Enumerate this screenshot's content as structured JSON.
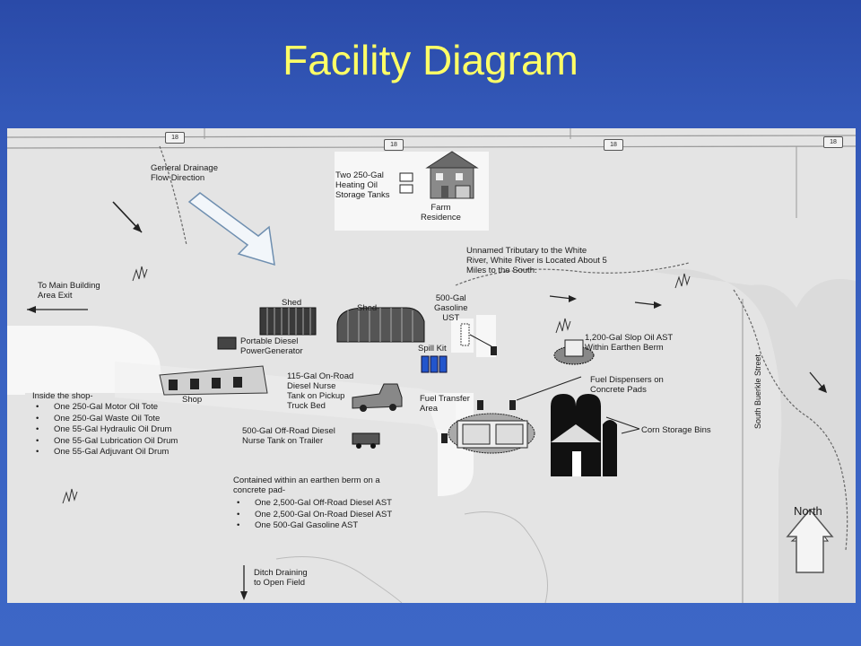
{
  "title": "Facility Diagram",
  "routes": [
    "18",
    "18",
    "18",
    "18"
  ],
  "labels": {
    "drainage": "General Drainage\nFlow Direction",
    "tanks_heating": "Two 250-Gal\nHeating Oil\nStorage Tanks",
    "farm": "Farm\nResidence",
    "tributary": "Unnamed Tributary to the White\nRiver, White River is Located About 5\nMiles to the South.",
    "main_exit": "To Main Building\nArea Exit",
    "shed1": "Shed",
    "shed2": "Shed",
    "gasoline_ust": "500-Gal\nGasoline\nUST",
    "generator": "Portable Diesel\nPowerGenerator",
    "spill_kit": "Spill Kit",
    "slop_oil": "1,200-Gal Slop Oil AST\nWithin Earthen Berm",
    "shop": "Shop",
    "onroad_tank": "115-Gal On-Road\nDiesel Nurse\nTank on Pickup\nTruck Bed",
    "fuel_transfer": "Fuel Transfer\nArea",
    "dispensers": "Fuel Dispensers on\nConcrete Pads",
    "corn_bins": "Corn Storage Bins",
    "offroad_tank": "500-Gal Off-Road Diesel\nNurse Tank on Trailer",
    "shop_heading": "Inside the shop-",
    "berm_heading": "Contained within an earthen berm on a\nconcrete pad-",
    "ditch": "Ditch Draining\nto Open Field",
    "street": "South Buerkle Street",
    "north": "North"
  },
  "shop_items": [
    "One 250-Gal Motor Oil Tote",
    "One 250-Gal Waste Oil Tote",
    "One 55-Gal Hydraulic Oil Drum",
    "One 55-Gal Lubrication Oil Drum",
    "One 55-Gal Adjuvant Oil Drum"
  ],
  "berm_items": [
    "One 2,500-Gal Off-Road Diesel AST",
    "One 2,500-Gal On-Road Diesel AST",
    "One 500-Gal Gasoline AST"
  ]
}
